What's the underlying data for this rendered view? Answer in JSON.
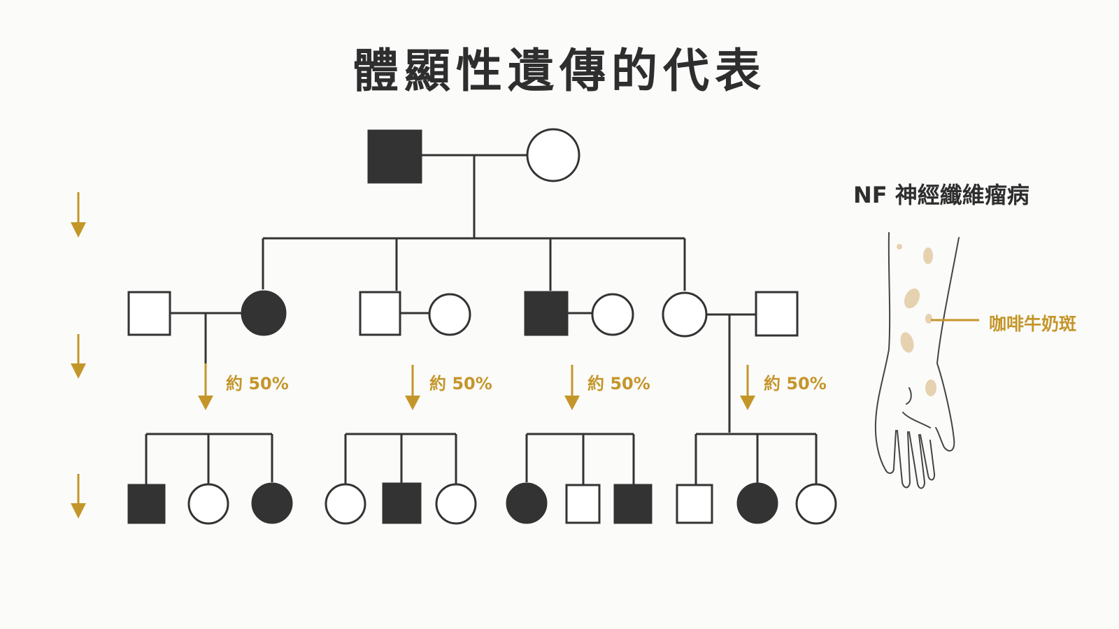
{
  "title": "體顯性遺傳的代表",
  "inheritance": {
    "probability_label": "約 50%",
    "families": [
      {
        "children": [
          "affected-male",
          "unaffected-female",
          "affected-female"
        ]
      },
      {
        "children": [
          "unaffected-female",
          "affected-male",
          "unaffected-female"
        ]
      },
      {
        "children": [
          "affected-female",
          "unaffected-male",
          "affected-male"
        ]
      },
      {
        "children": [
          "unaffected-male",
          "affected-female",
          "unaffected-female"
        ]
      }
    ]
  },
  "side_panel": {
    "title": "NF 神經纖維瘤病",
    "spot_label": "咖啡牛奶斑"
  },
  "colors": {
    "affected": "#333333",
    "arrow": "#c4962a",
    "spot": "#e6d2b0"
  }
}
